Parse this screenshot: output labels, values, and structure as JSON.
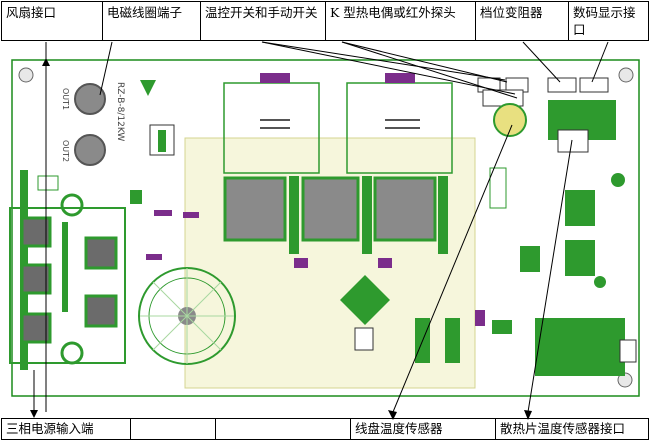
{
  "top_labels": [
    "风扇接口",
    "电磁线圈端子",
    "温控开关和手动开关",
    "K 型热电偶或红外探头",
    "档位变阻器",
    "数码显示接口"
  ],
  "bottom_labels": [
    "三相电源输入端",
    "",
    "",
    "线盘温度传感器",
    "散热片温度传感器接口"
  ],
  "board_text": {
    "model": "RZ-B-8/12KW",
    "out1": "OUT1",
    "out2": "OUT2"
  },
  "colors": {
    "board_outline": "#1c8c1c",
    "copper": "#2e9a2e",
    "connector": "#6b6b6b",
    "silkscreen_light": "#a8d8a0",
    "accent_purple": "#7b2d8b",
    "highlight_yellow": "#e8e080"
  }
}
